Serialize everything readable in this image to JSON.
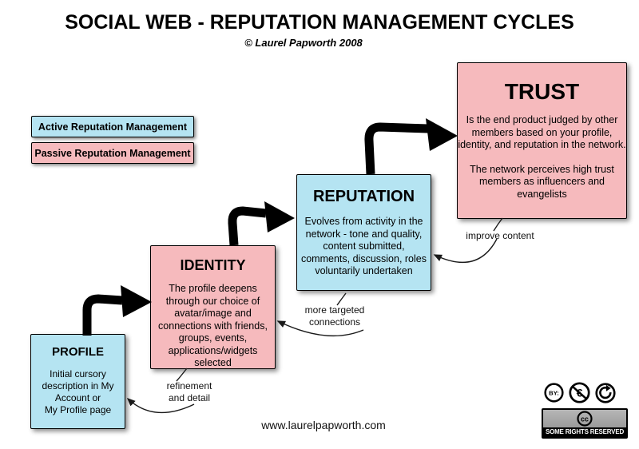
{
  "header": {
    "title": "SOCIAL WEB - REPUTATION MANAGEMENT CYCLES",
    "subtitle": "© Laurel Papworth 2008"
  },
  "legend": {
    "active_label": "Active Reputation Management",
    "passive_label": "Passive Reputation Management"
  },
  "colors": {
    "active_blue": "#b5e4f2",
    "passive_pink": "#f6babd",
    "arrow_black": "#000000"
  },
  "boxes": {
    "profile": {
      "title": "PROFILE",
      "body": "Initial cursory\ndescription in My\nAccount or\nMy Profile page"
    },
    "identity": {
      "title": "IDENTITY",
      "body": "The profile deepens\nthrough our choice of\navatar/image and\nconnections with friends,\ngroups, events,\napplications/widgets\nselected"
    },
    "reputation": {
      "title": "REPUTATION",
      "body": "Evolves from activity in the\nnetwork - tone and quality,\ncontent submitted,\ncomments, discussion, roles\nvoluntarily undertaken"
    },
    "trust": {
      "title": "TRUST",
      "body_1": "Is the end product judged by other\nmembers based on your profile,\nidentity, and reputation in the network.",
      "body_2": "The network perceives high trust\nmembers as influencers and\nevangelists"
    }
  },
  "annotations": {
    "refinement": "refinement\nand detail",
    "more_targeted": "more targeted\nconnections",
    "improve_content": "improve content"
  },
  "footer": {
    "website": "www.laurelpapworth.com",
    "cc_by": "BY:",
    "cc_euro": "€",
    "cc_logo": "cc",
    "cc_rights": "SOME RIGHTS RESERVED"
  }
}
